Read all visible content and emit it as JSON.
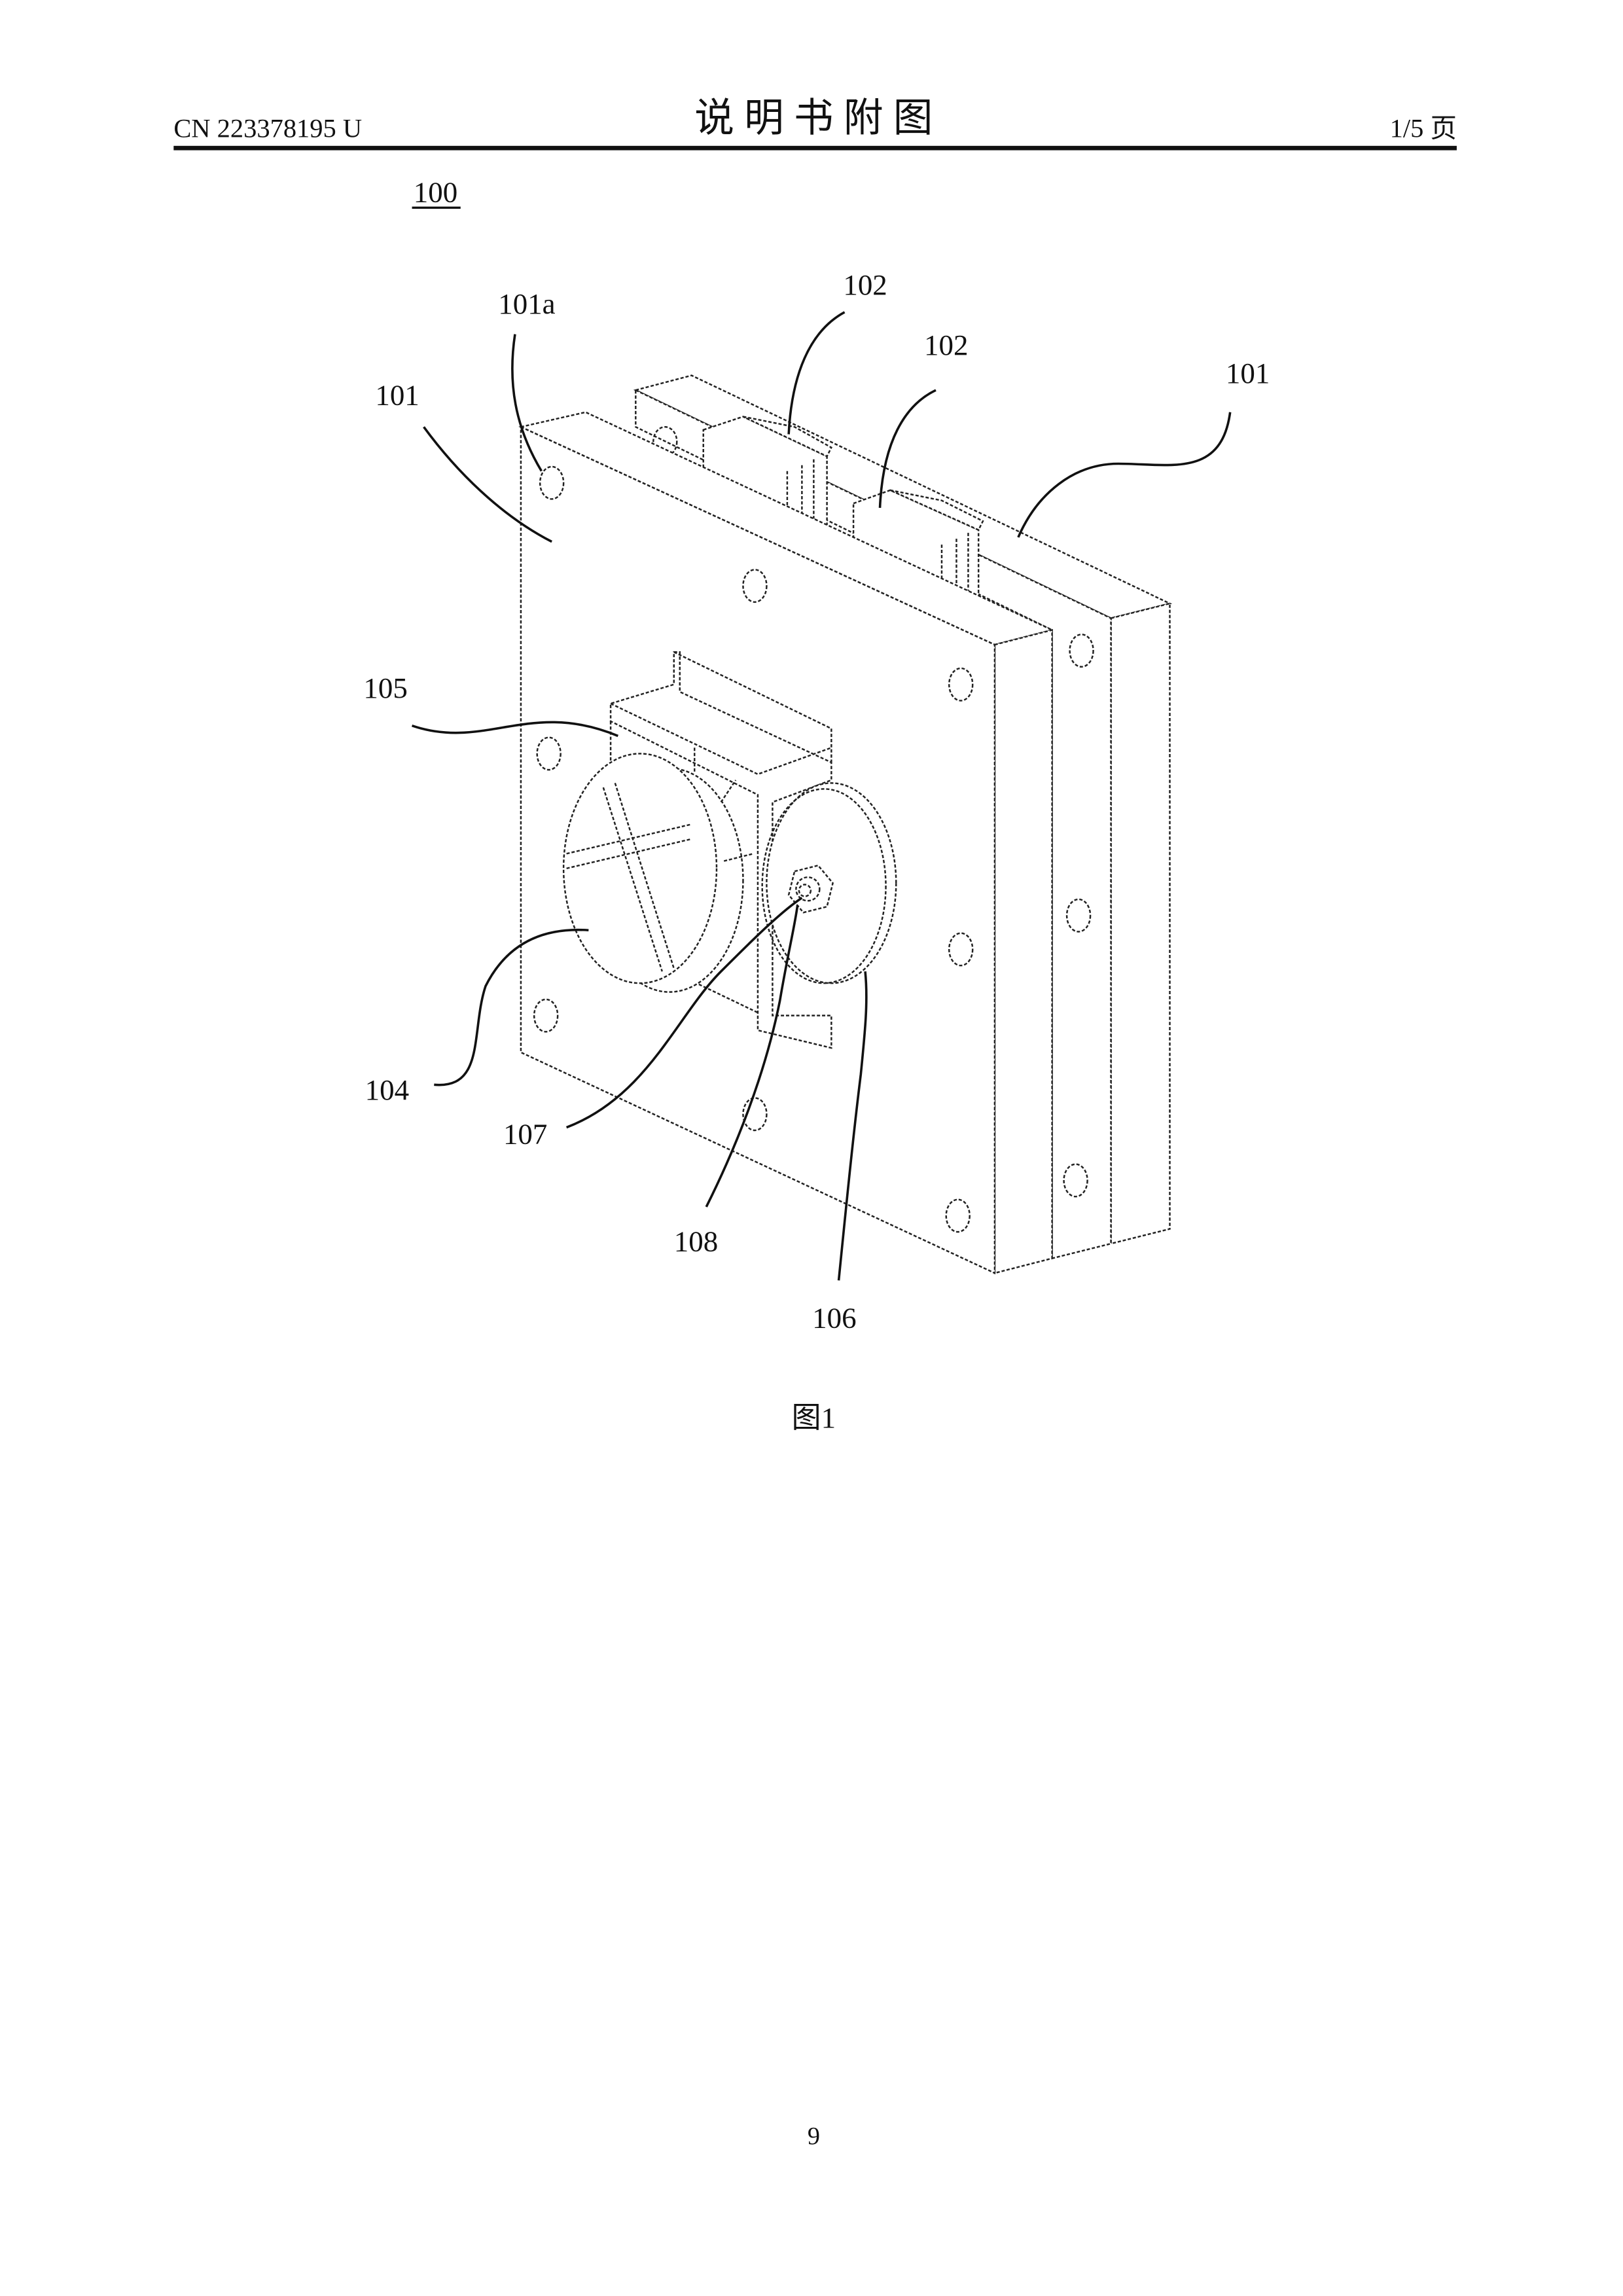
{
  "header": {
    "patent_number": "CN 223378195 U",
    "title": "说 明 书 附 图",
    "page_info": "1/5 页"
  },
  "figure": {
    "assembly_ref": "100",
    "caption": "图1",
    "labels": {
      "plate_101a": "101a",
      "plate_101_left": "101",
      "block_102_a": "102",
      "block_102_b": "102",
      "plate_101_right": "101",
      "bracket_105": "105",
      "disc_104": "104",
      "shaft_107": "107",
      "nut_108": "108",
      "disc_106": "106"
    }
  },
  "footer": {
    "page_number": "9"
  }
}
